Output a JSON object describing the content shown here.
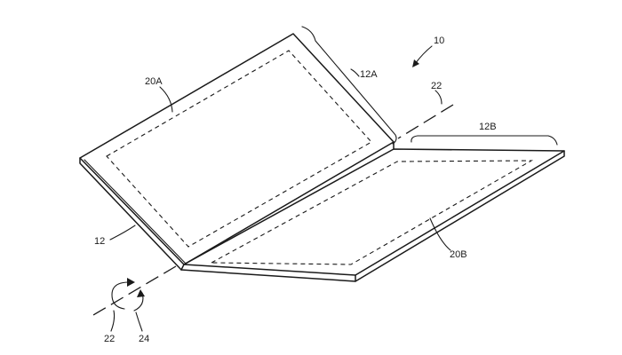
{
  "figure": {
    "labels": {
      "device": "10",
      "housing": "12",
      "upper_half": "12A",
      "lower_half": "12B",
      "upper_display": "20A",
      "lower_display": "20B",
      "axis_top": "22",
      "axis_bottom": "22",
      "rotation": "24"
    }
  }
}
